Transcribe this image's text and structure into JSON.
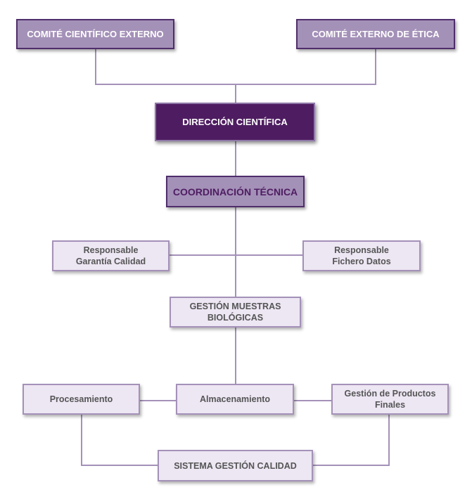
{
  "boxes": {
    "comite_cientifico": "COMITÉ CIENTÍFICO EXTERNO",
    "comite_etica": "COMITÉ EXTERNO DE ÉTICA",
    "direccion": "DIRECCIÓN CIENTÍFICA",
    "coordinacion": "COORDINACIÓN TÉCNICA",
    "garantia": "Responsable\nGarantía Calidad",
    "fichero": "Responsable\nFichero Datos",
    "gestion_muestras": "GESTIÓN MUESTRAS\nBIOLÓGICAS",
    "procesamiento": "Procesamiento",
    "almacenamiento": "Almacenamiento",
    "gestion_productos": "Gestión de Productos\nFinales",
    "sistema_calidad": "SISTEMA GESTIÓN CALIDAD"
  },
  "colors": {
    "dark_purple": "#4e1d61",
    "mid_purple": "#a491b8",
    "light_purple": "#ede6f3",
    "connector": "#a491b8"
  }
}
